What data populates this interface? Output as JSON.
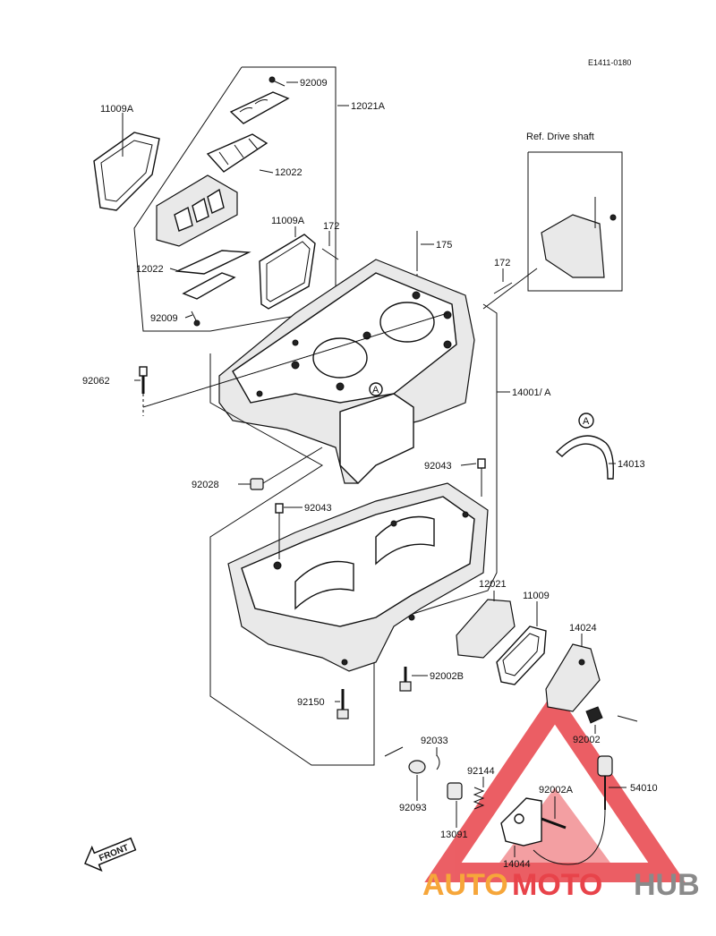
{
  "diagram_code": "E1411-0180",
  "ref_label": "Ref. Drive shaft",
  "front_label": "FRONT",
  "watermark": {
    "part1": "AUTO",
    "part2": "MOTO",
    "part3": "HUB",
    "color_red": "#e8434a",
    "color_orange": "#f6a63a",
    "color_gray": "#8a8a8a"
  },
  "labels": {
    "p11009A_top": "11009A",
    "p92009_top": "92009",
    "p12021A": "12021A",
    "p12022_top": "12022",
    "p12022_bottom": "12022",
    "p92009_bottom": "92009",
    "p11009A_mid": "11009A",
    "p172_left": "172",
    "p175": "175",
    "p172_right": "172",
    "p92062": "92062",
    "p14001A": "14001/ A",
    "p14013": "14013",
    "p92043_right": "92043",
    "p92028": "92028",
    "p92043_left": "92043",
    "p12021": "12021",
    "p11009": "11009",
    "p14024": "14024",
    "p92002B": "92002B",
    "p92150": "92150",
    "p92002": "92002",
    "p92033": "92033",
    "p92144": "92144",
    "p92002A": "92002A",
    "p54010": "54010",
    "p92093": "92093",
    "p13091": "13091",
    "p14044": "14044",
    "marker_A": "A"
  }
}
